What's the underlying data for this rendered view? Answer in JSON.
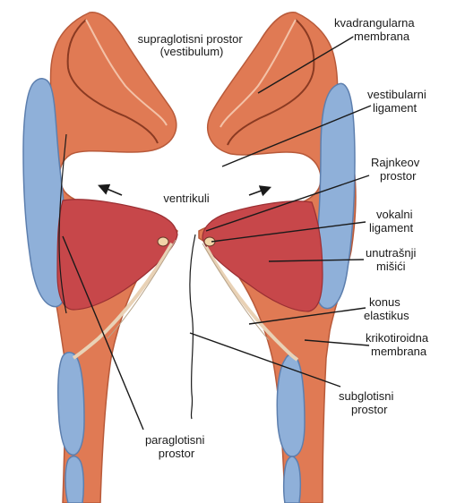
{
  "figure": {
    "labels": {
      "supraglottic_space": [
        "supraglotisni prostor",
        "(vestibulum)"
      ],
      "quadrangular_membrane": [
        "kvadrangularna",
        "membrana"
      ],
      "vestibular_ligament": [
        "vestibularni",
        "ligament"
      ],
      "reinke_space": [
        "Rajnkeov",
        "prostor"
      ],
      "ventricles": "ventrikuli",
      "vocal_ligament": [
        "vokalni",
        "ligament"
      ],
      "internal_muscles": [
        "unutrašnji",
        "mišići"
      ],
      "conus_elasticus": [
        "konus",
        "elastikus"
      ],
      "cricothyroid_membrane": [
        "krikotiroidna",
        "membrana"
      ],
      "subglottic_space": [
        "subglotisni",
        "prostor"
      ],
      "paraglottic_space": [
        "paraglotisni",
        "prostor"
      ]
    }
  }
}
